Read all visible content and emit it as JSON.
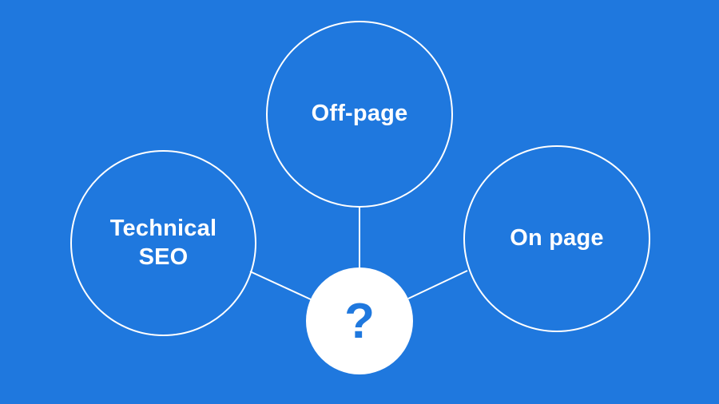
{
  "diagram": {
    "colors": {
      "background": "#1f78de",
      "stroke": "#ffffff",
      "center_fill": "#ffffff",
      "center_glyph": "#1f78de"
    },
    "nodes": [
      {
        "id": "off-page",
        "label_lines": [
          "Off-page"
        ]
      },
      {
        "id": "technical-seo",
        "label_lines": [
          "Technical",
          "SEO"
        ]
      },
      {
        "id": "on-page",
        "label_lines": [
          "On page"
        ]
      }
    ],
    "center": {
      "glyph": "?",
      "icon": "question-mark-icon"
    },
    "edges": [
      {
        "from": "off-page",
        "to": "center"
      },
      {
        "from": "technical-seo",
        "to": "center"
      },
      {
        "from": "on-page",
        "to": "center"
      }
    ]
  }
}
